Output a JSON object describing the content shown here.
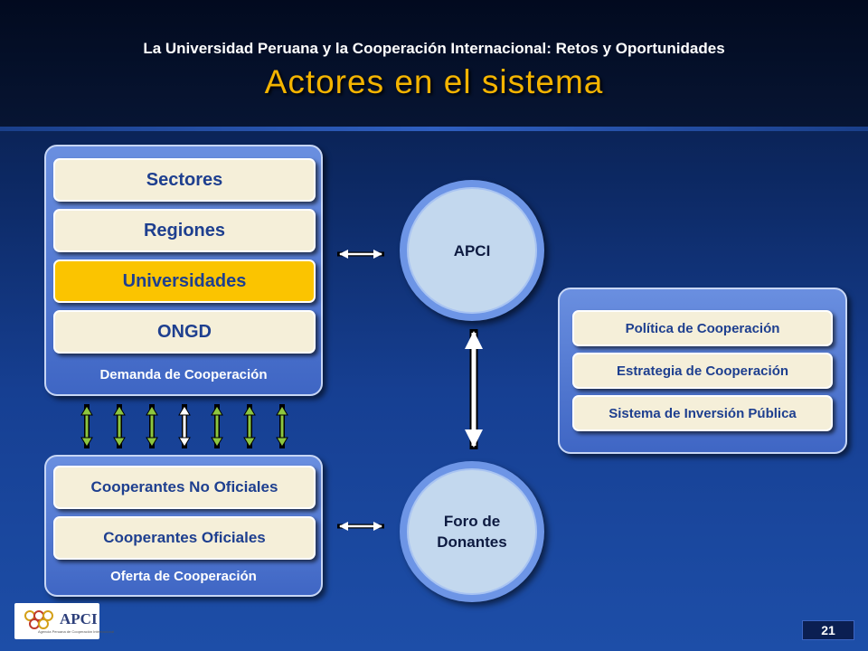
{
  "header": {
    "subtitle": "La Universidad Peruana y la Cooperación Internacional: Retos y Oportunidades",
    "title": "Actores en el sistema"
  },
  "demanda": {
    "items": [
      "Sectores",
      "Regiones",
      "Universidades",
      "ONGD"
    ],
    "highlighted": "Universidades",
    "caption": "Demanda de Cooperación"
  },
  "oferta": {
    "items": [
      "Cooperantes No Oficiales",
      "Cooperantes Oficiales"
    ],
    "caption": "Oferta de Cooperación"
  },
  "apci": {
    "label": "APCI"
  },
  "foro": {
    "line1": "Foro de",
    "line2": "Donantes"
  },
  "politicas": {
    "items": [
      "Política de Cooperación",
      "Estrategia de Cooperación",
      "Sistema de Inversión Pública"
    ]
  },
  "connector_arrows": {
    "colors": [
      "#8dc63f",
      "#8dc63f",
      "#8dc63f",
      "#ffffff",
      "#8dc63f",
      "#8dc63f",
      "#8dc63f"
    ]
  },
  "colors": {
    "title": "#f4b400",
    "highlight": "#fbc400",
    "pill_text": "#1e3f8f",
    "circle_fill": "#c3d8ee"
  },
  "logo": {
    "text": "APCI",
    "subtext": "Agencia Peruana de Cooperación Internacional"
  },
  "page": {
    "number": "21"
  }
}
